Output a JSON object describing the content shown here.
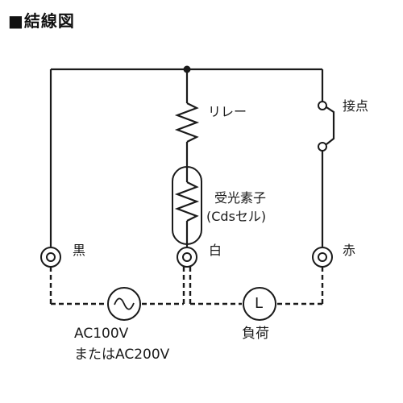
{
  "title": "■結線図",
  "labels": {
    "relay": "リレー",
    "contact": "接点",
    "light_sensor_line1": "受光素子",
    "light_sensor_line2": "(Cdsセル)",
    "terminal_black": "黒",
    "terminal_white": "白",
    "terminal_red": "赤",
    "power_line1": "AC100V",
    "power_line2": "またはAC200V",
    "load_symbol": "L",
    "load_label": "負荷"
  }
}
